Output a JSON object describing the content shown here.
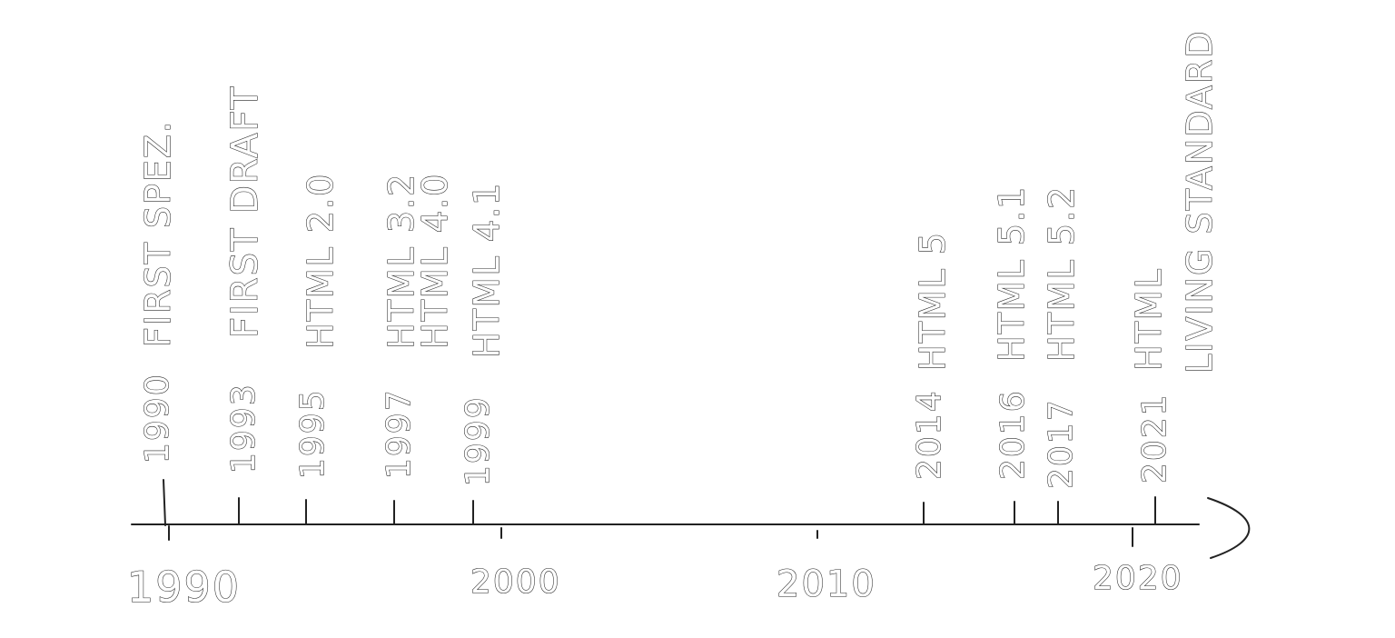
{
  "timeline": {
    "axis_labels": [
      "1990",
      "2000",
      "2010",
      "2020"
    ],
    "events": [
      {
        "year": "1990",
        "label": "FIRST SPEZ."
      },
      {
        "year": "1993",
        "label": "FIRST DRAFT"
      },
      {
        "year": "1995",
        "label": "HTML 2.0"
      },
      {
        "year": "1997",
        "label": "HTML 3.2"
      },
      {
        "year": "1997",
        "label": "HTML 4.0"
      },
      {
        "year": "1999",
        "label": "HTML 4.1"
      },
      {
        "year": "2014",
        "label": "HTML 5"
      },
      {
        "year": "2016",
        "label": "HTML 5.1"
      },
      {
        "year": "2017",
        "label": "HTML 5.2"
      },
      {
        "year": "2021",
        "label": "HTML"
      },
      {
        "year": "2021",
        "label": "LIVING STANDARD"
      }
    ],
    "year_markers": [
      "1990",
      "1993",
      "1995",
      "1997",
      "1999",
      "2014",
      "2016",
      "2017",
      "2021"
    ]
  },
  "colors": {
    "ink": "#222222",
    "background": "#ffffff"
  }
}
